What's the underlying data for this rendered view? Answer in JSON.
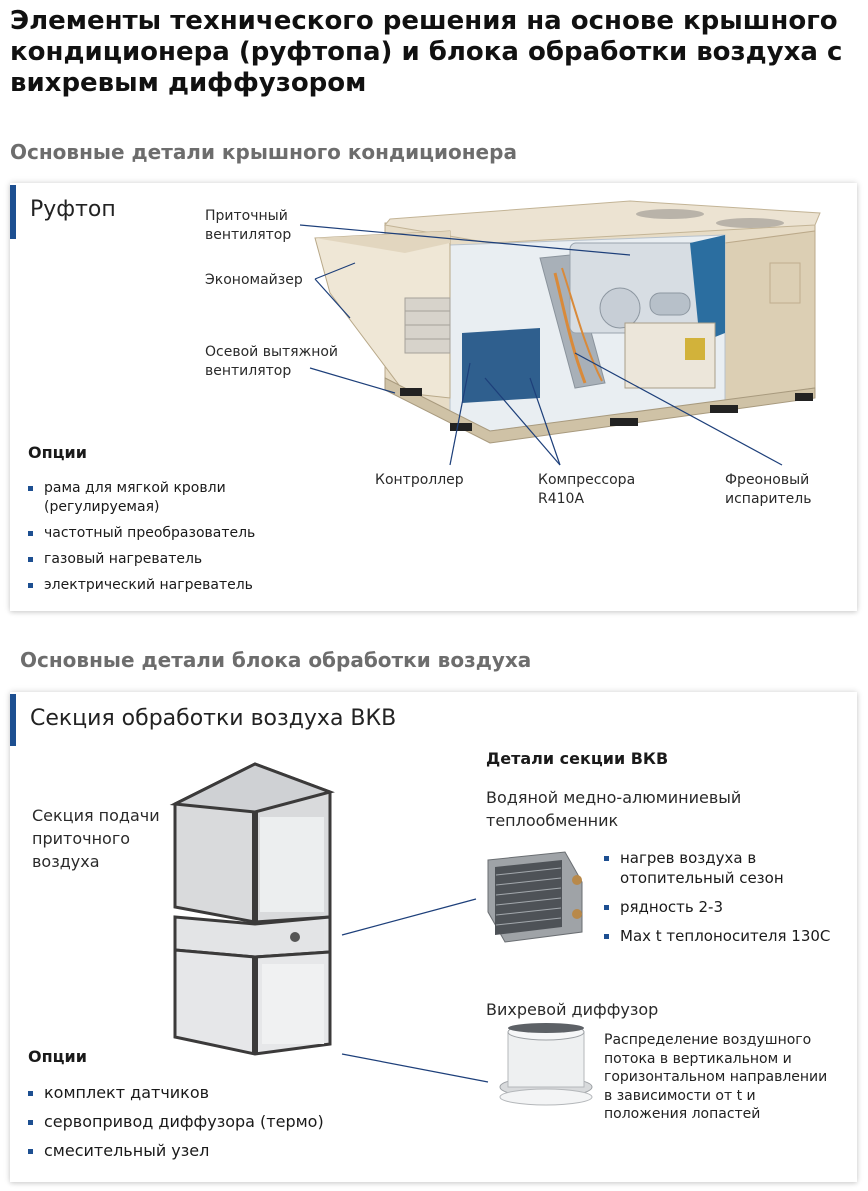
{
  "page": {
    "title": "Элементы технического решения на основе крышного кондиционера (руфтопа) и блока обработки воздуха с вихревым диффузором"
  },
  "rooftop_section": {
    "heading": "Основные детали крышного кондиционера",
    "card_title": "Руфтоп",
    "callouts": {
      "supply_fan": "Приточный вентилятор",
      "economizer": "Экономайзер",
      "exhaust_fan": "Осевой вытяжной вентилятор",
      "controller": "Контроллер",
      "compressors": "Компрессора R410A",
      "evaporator": "Фреоновый испаритель"
    },
    "options_title": "Опции",
    "options": [
      "рама для мягкой кровли (регулируемая)",
      "частотный преобразователь",
      "газовый нагреватель",
      "электрический нагреватель"
    ]
  },
  "ahu_section": {
    "heading": "Основные детали блока обработки воздуха",
    "card_title": "Секция обработки воздуха ВКВ",
    "supply_label": "Секция подачи приточного воздуха",
    "details_title": "Детали секции ВКВ",
    "heat_exchanger": {
      "title": "Водяной медно-алюминиевый теплообменник",
      "features": [
        "нагрев воздуха в отопительный сезон",
        "рядность 2-3",
        "Max t теплоносителя 130С"
      ]
    },
    "diffuser": {
      "title": "Вихревой диффузор",
      "description": "Распределение воздушного потока в вертикальном и горизонтальном направлении в зависимости от t и положения лопастей"
    },
    "options_title": "Опции",
    "options": [
      "комплект датчиков",
      "сервопривод диффузора (термо)",
      "смесительный узел"
    ]
  },
  "colors": {
    "accent": "#1d4f91",
    "heading_gray": "#6d6d6d",
    "callout_line": "#1d3f7a"
  }
}
